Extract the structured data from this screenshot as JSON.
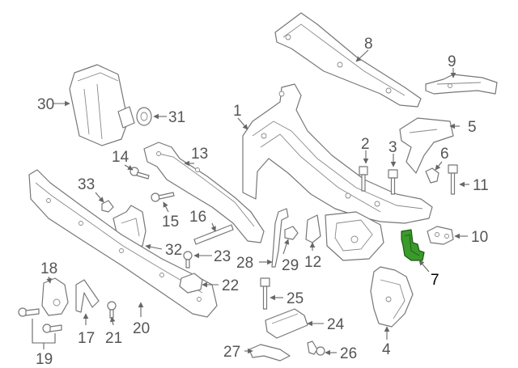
{
  "callouts": {
    "c1": "1",
    "c2": "2",
    "c3": "3",
    "c4": "4",
    "c5": "5",
    "c6": "6",
    "c7": "7",
    "c8": "8",
    "c9": "9",
    "c10": "10",
    "c11": "11",
    "c12": "12",
    "c13": "13",
    "c14": "14",
    "c15": "15",
    "c16": "16",
    "c17": "17",
    "c18": "18",
    "c19": "19",
    "c20": "20",
    "c21": "21",
    "c22": "22",
    "c23": "23",
    "c24": "24",
    "c25": "25",
    "c26": "26",
    "c27": "27",
    "c28": "28",
    "c29": "29",
    "c30": "30",
    "c31": "31",
    "c32": "32",
    "c33": "33"
  },
  "colors": {
    "line": "#777777",
    "callout_text": "#555555",
    "highlight_fill": "#3a9a2a",
    "highlight_stroke": "#1e5a14",
    "highlight_label": "#000000"
  },
  "highlighted_part": "7"
}
